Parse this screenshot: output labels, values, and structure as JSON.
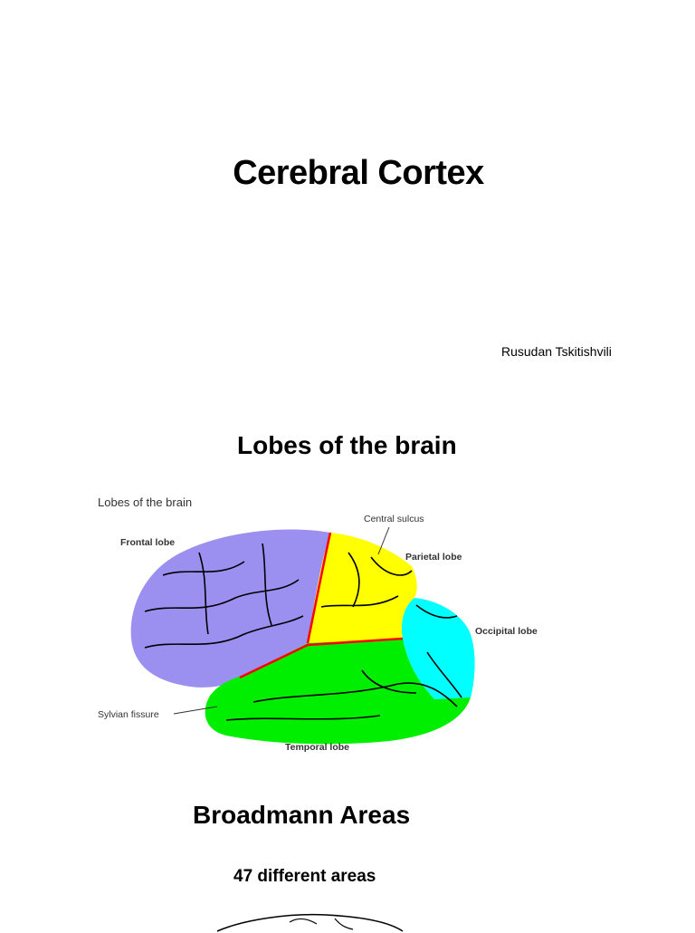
{
  "slide1": {
    "title": "Cerebral Cortex",
    "author": "Rusudan Tskitishvili"
  },
  "slide2": {
    "title": "Lobes of the brain",
    "figure": {
      "caption": "Lobes of the brain",
      "labels": {
        "frontal": "Frontal lobe",
        "central": "Central sulcus",
        "parietal": "Parietal lobe",
        "occipital": "Occipital lobe",
        "sylvian": "Sylvian fissure",
        "temporal": "Temporal lobe"
      },
      "colors": {
        "frontal": "#9b8ff0",
        "parietal": "#ffff00",
        "occipital": "#00ffff",
        "temporal": "#00ee00",
        "fissure": "#ff0000"
      }
    }
  },
  "slide3": {
    "title": "Broadmann Areas",
    "subtitle": "47 different areas"
  }
}
